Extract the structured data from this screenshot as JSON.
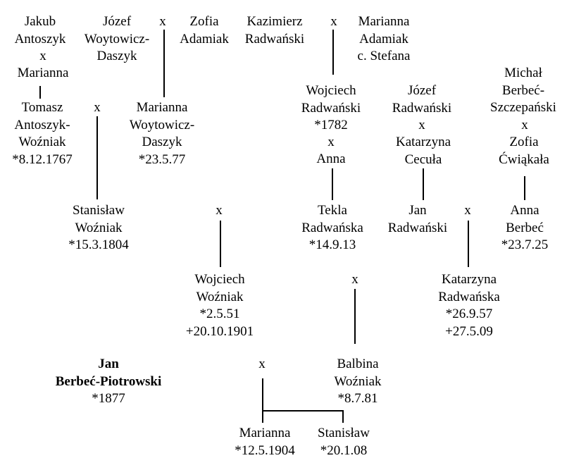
{
  "people": {
    "jakub": [
      "Jakub",
      "Antoszyk"
    ],
    "marianna_a": [
      "Marianna"
    ],
    "jozef_w": [
      "Józef",
      "Woytowicz-",
      "Daszyk"
    ],
    "zofia_a": [
      "Zofia",
      "Adamiak"
    ],
    "kazimierz": [
      "Kazimierz",
      "Radwański"
    ],
    "marianna_ad": [
      "Marianna",
      "Adamiak",
      "c. Stefana"
    ],
    "tomasz": [
      "Tomasz",
      "Antoszyk-",
      "Woźniak",
      "*8.12.1767"
    ],
    "marianna_wd": [
      "Marianna",
      "Woytowicz-",
      "Daszyk",
      "*23.5.77"
    ],
    "wojciech_r": [
      "Wojciech",
      "Radwański",
      "*1782"
    ],
    "anna": [
      "Anna"
    ],
    "jozef_r": [
      "Józef",
      "Radwański"
    ],
    "katarzyna_c": [
      "Katarzyna",
      "Cecuła"
    ],
    "michal": [
      "Michał",
      "Berbeć-",
      "Szczepański"
    ],
    "zofia_c": [
      "Zofia",
      "Ćwiąkała"
    ],
    "stanislaw_w": [
      "Stanisław",
      "Woźniak",
      "*15.3.1804"
    ],
    "tekla": [
      "Tekla",
      "Radwańska",
      "*14.9.13"
    ],
    "jan_r": [
      "Jan",
      "Radwański"
    ],
    "anna_b": [
      "Anna",
      "Berbeć",
      "*23.7.25"
    ],
    "wojciech_w": [
      "Wojciech",
      "Woźniak",
      "*2.5.51",
      "+20.10.1901"
    ],
    "katarzyna_r": [
      "Katarzyna",
      "Radwańska",
      "*26.9.57",
      "+27.5.09"
    ],
    "jan_bp": [
      "Jan",
      "Berbeć-Piotrowski"
    ],
    "jan_bp_birth": [
      "*1877"
    ],
    "balbina": [
      "Balbina",
      "Woźniak",
      "*8.7.81"
    ],
    "marianna_c": [
      "Marianna",
      "*12.5.1904"
    ],
    "stanislaw_c": [
      "Stanisław",
      "*20.1.08"
    ]
  },
  "marriage_marks": {
    "jakub_marianna": "x",
    "jozef_zofia": "x",
    "kazimierz_marianna": "x",
    "tomasz_marianna": "x",
    "wojciech_anna": "x",
    "jozef_katarzyna": "x",
    "michal_zofia": "x",
    "stanislaw_wojciech": "x",
    "jan_anna": "x",
    "wojciech_balbina": "x",
    "jan_balbina": "x"
  }
}
